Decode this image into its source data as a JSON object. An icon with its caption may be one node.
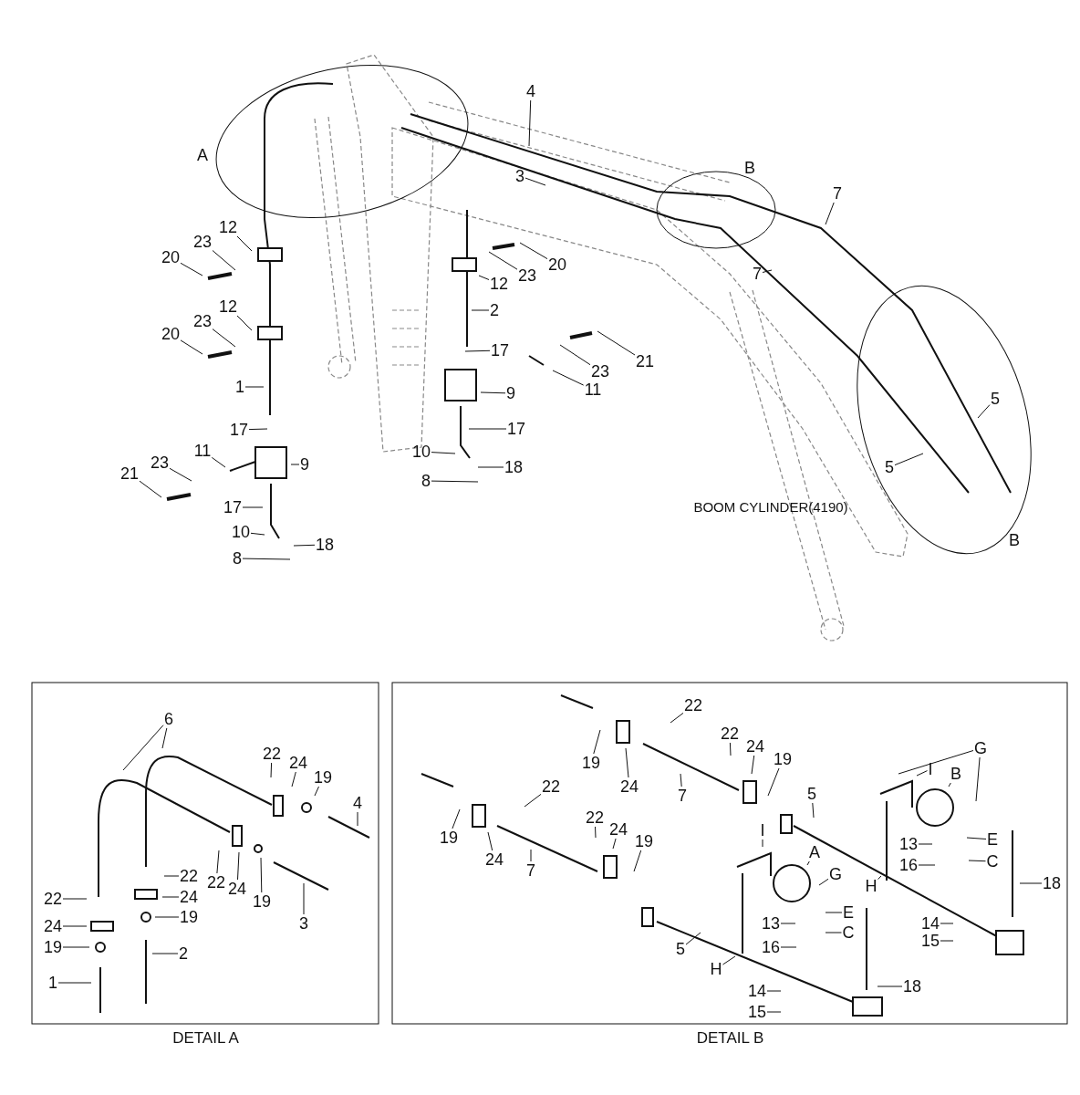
{
  "diagram": {
    "nodes": [
      {
        "text": [
          "4"
        ]
      },
      {
        "text": [
          "3"
        ]
      },
      {
        "text": [
          "7"
        ]
      },
      {
        "text": [
          "7"
        ]
      },
      {
        "text": [
          "12"
        ]
      },
      {
        "text": [
          "23"
        ]
      },
      {
        "text": [
          "20"
        ]
      },
      {
        "text": [
          "12"
        ]
      },
      {
        "text": [
          "23"
        ]
      },
      {
        "text": [
          "20"
        ]
      },
      {
        "text": [
          "1"
        ]
      },
      {
        "text": [
          "17"
        ]
      },
      {
        "text": [
          "11"
        ]
      },
      {
        "text": [
          "23"
        ]
      },
      {
        "text": [
          "21"
        ]
      },
      {
        "text": [
          "9"
        ]
      },
      {
        "text": [
          "17"
        ]
      },
      {
        "text": [
          "10"
        ]
      },
      {
        "text": [
          "18"
        ]
      },
      {
        "text": [
          "8"
        ]
      },
      {
        "text": [
          "12"
        ]
      },
      {
        "text": [
          "23"
        ]
      },
      {
        "text": [
          "20"
        ]
      },
      {
        "text": [
          "2"
        ]
      },
      {
        "text": [
          "17"
        ]
      },
      {
        "text": [
          "23"
        ]
      },
      {
        "text": [
          "21"
        ]
      },
      {
        "text": [
          "11"
        ]
      },
      {
        "text": [
          "9"
        ]
      },
      {
        "text": [
          "17"
        ]
      },
      {
        "text": [
          "10"
        ]
      },
      {
        "text": [
          "18"
        ]
      },
      {
        "text": [
          "8"
        ]
      },
      {
        "text": [
          "5"
        ]
      },
      {
        "text": [
          "5"
        ]
      },
      {
        "text": [
          "DETAIL A"
        ]
      },
      {
        "text": [
          "6"
        ],
        "in": 35
      },
      {
        "text": [
          "22"
        ],
        "in": 35
      },
      {
        "text": [
          "24"
        ],
        "in": 35
      },
      {
        "text": [
          "19"
        ],
        "in": 35
      },
      {
        "text": [
          "4"
        ],
        "in": 35
      },
      {
        "text": [
          "22"
        ],
        "in": 35
      },
      {
        "text": [
          "24"
        ],
        "in": 35
      },
      {
        "text": [
          "19"
        ],
        "in": 35
      },
      {
        "text": [
          "3"
        ],
        "in": 35
      },
      {
        "text": [
          "22"
        ],
        "in": 35
      },
      {
        "text": [
          "24"
        ],
        "in": 35
      },
      {
        "text": [
          "19"
        ],
        "in": 35
      },
      {
        "text": [
          "2"
        ],
        "in": 35
      },
      {
        "text": [
          "22"
        ],
        "in": 35
      },
      {
        "text": [
          "24"
        ],
        "in": 35
      },
      {
        "text": [
          "19"
        ],
        "in": 35
      },
      {
        "text": [
          "1"
        ],
        "in": 35
      },
      {
        "text": [
          "DETAIL B"
        ]
      },
      {
        "text": [
          "22"
        ],
        "in": 53
      },
      {
        "text": [
          "19"
        ],
        "in": 53
      },
      {
        "text": [
          "24"
        ],
        "in": 53
      },
      {
        "text": [
          "7"
        ],
        "in": 53
      },
      {
        "text": [
          "22"
        ],
        "in": 53
      },
      {
        "text": [
          "24"
        ],
        "in": 53
      },
      {
        "text": [
          "19"
        ],
        "in": 53
      },
      {
        "text": [
          "22"
        ],
        "in": 53
      },
      {
        "text": [
          "19"
        ],
        "in": 53
      },
      {
        "text": [
          "24"
        ],
        "in": 53
      },
      {
        "text": [
          "7"
        ],
        "in": 53
      },
      {
        "text": [
          "22"
        ],
        "in": 53
      },
      {
        "text": [
          "24"
        ],
        "in": 53
      },
      {
        "text": [
          "19"
        ],
        "in": 53
      },
      {
        "text": [
          "5"
        ],
        "in": 53
      },
      {
        "text": [
          "G"
        ],
        "in": 53
      },
      {
        "text": [
          "I"
        ],
        "in": 53
      },
      {
        "text": [
          "B"
        ],
        "in": 53
      },
      {
        "text": [
          "E"
        ],
        "in": 53
      },
      {
        "text": [
          "13"
        ],
        "in": 53
      },
      {
        "text": [
          "C"
        ],
        "in": 53
      },
      {
        "text": [
          "16"
        ],
        "in": 53
      },
      {
        "text": [
          "H"
        ],
        "in": 53
      },
      {
        "text": [
          "18"
        ],
        "in": 53
      },
      {
        "text": [
          "14"
        ],
        "in": 53
      },
      {
        "text": [
          "15"
        ],
        "in": 53
      },
      {
        "text": [
          "I"
        ],
        "in": 53
      },
      {
        "text": [
          "A"
        ],
        "in": 53
      },
      {
        "text": [
          "G"
        ],
        "in": 53
      },
      {
        "text": [
          "E"
        ],
        "in": 53
      },
      {
        "text": [
          "13"
        ],
        "in": 53
      },
      {
        "text": [
          "C"
        ],
        "in": 53
      },
      {
        "text": [
          "16"
        ],
        "in": 53
      },
      {
        "text": [
          "5"
        ],
        "in": 53
      },
      {
        "text": [
          "H"
        ],
        "in": 53
      },
      {
        "text": [
          "18"
        ],
        "in": 53
      },
      {
        "text": [
          "14"
        ],
        "in": 53
      },
      {
        "text": [
          "15"
        ],
        "in": 53
      }
    ],
    "edges": [
      {
        "from": 0,
        "to": null,
        "arrow": "none"
      },
      {
        "from": 1,
        "to": null,
        "arrow": "none"
      },
      {
        "from": 2,
        "to": null,
        "arrow": "none"
      },
      {
        "from": 3,
        "to": null,
        "arrow": "none"
      },
      {
        "from": 4,
        "to": null,
        "arrow": "none"
      },
      {
        "from": 5,
        "to": null,
        "arrow": "none"
      },
      {
        "from": 6,
        "to": null,
        "arrow": "none"
      },
      {
        "from": 7,
        "to": null,
        "arrow": "none"
      },
      {
        "from": 8,
        "to": null,
        "arrow": "none"
      },
      {
        "from": 9,
        "to": null,
        "arrow": "none"
      },
      {
        "from": 10,
        "to": null,
        "arrow": "none"
      },
      {
        "from": 11,
        "to": null,
        "arrow": "none"
      },
      {
        "from": 12,
        "to": null,
        "arrow": "none"
      },
      {
        "from": 13,
        "to": null,
        "arrow": "none"
      },
      {
        "from": 14,
        "to": null,
        "arrow": "none"
      },
      {
        "from": 15,
        "to": null,
        "arrow": "none"
      },
      {
        "from": 16,
        "to": null,
        "arrow": "none"
      },
      {
        "from": 17,
        "to": null,
        "arrow": "none"
      },
      {
        "from": 18,
        "to": null,
        "arrow": "none"
      },
      {
        "from": 19,
        "to": null,
        "arrow": "none"
      },
      {
        "from": 20,
        "to": null,
        "arrow": "none"
      },
      {
        "from": 21,
        "to": null,
        "arrow": "none"
      },
      {
        "from": 22,
        "to": null,
        "arrow": "none"
      },
      {
        "from": 23,
        "to": null,
        "arrow": "none"
      },
      {
        "from": 24,
        "to": null,
        "arrow": "none"
      },
      {
        "from": 25,
        "to": null,
        "arrow": "none"
      },
      {
        "from": 26,
        "to": null,
        "arrow": "none"
      },
      {
        "from": 27,
        "to": null,
        "arrow": "none"
      },
      {
        "from": 28,
        "to": null,
        "arrow": "none"
      },
      {
        "from": 29,
        "to": null,
        "arrow": "none"
      },
      {
        "from": 30,
        "to": null,
        "arrow": "none"
      },
      {
        "from": 31,
        "to": null,
        "arrow": "none"
      },
      {
        "from": 32,
        "to": null,
        "arrow": "none"
      },
      {
        "from": 33,
        "to": null,
        "arrow": "none"
      },
      {
        "from": 34,
        "to": null,
        "arrow": "none"
      },
      {
        "from": 36,
        "to": null,
        "arrow": "none"
      },
      {
        "from": 36,
        "to": null,
        "arrow": "none"
      },
      {
        "from": 37,
        "to": null,
        "arrow": "none"
      },
      {
        "from": 38,
        "to": null,
        "arrow": "none"
      },
      {
        "from": 39,
        "to": null,
        "arrow": "none"
      },
      {
        "from": 40,
        "to": null,
        "arrow": "none"
      },
      {
        "from": 41,
        "to": null,
        "arrow": "none"
      },
      {
        "from": 42,
        "to": null,
        "arrow": "none"
      },
      {
        "from": 43,
        "to": null,
        "arrow": "none"
      },
      {
        "from": 44,
        "to": null,
        "arrow": "none"
      },
      {
        "from": 45,
        "to": null,
        "arrow": "none"
      },
      {
        "from": 46,
        "to": null,
        "arrow": "none"
      },
      {
        "from": 47,
        "to": null,
        "arrow": "none"
      },
      {
        "from": 48,
        "to": null,
        "arrow": "none"
      },
      {
        "from": 49,
        "to": null,
        "arrow": "none"
      },
      {
        "from": 50,
        "to": null,
        "arrow": "none"
      },
      {
        "from": 51,
        "to": null,
        "arrow": "none"
      },
      {
        "from": 52,
        "to": null,
        "arrow": "none"
      },
      {
        "from": 54,
        "to": null,
        "arrow": "none"
      },
      {
        "from": 55,
        "to": null,
        "arrow": "none"
      },
      {
        "from": 56,
        "to": null,
        "arrow": "none"
      },
      {
        "from": 57,
        "to": null,
        "arrow": "none"
      },
      {
        "from": 58,
        "to": null,
        "arrow": "none"
      },
      {
        "from": 59,
        "to": null,
        "arrow": "none"
      },
      {
        "from": 60,
        "to": null,
        "arrow": "none"
      },
      {
        "from": 61,
        "to": null,
        "arrow": "none"
      },
      {
        "from": 62,
        "to": null,
        "arrow": "none"
      },
      {
        "from": 63,
        "to": null,
        "arrow": "none"
      },
      {
        "from": 64,
        "to": null,
        "arrow": "none"
      },
      {
        "from": 65,
        "to": null,
        "arrow": "none"
      },
      {
        "from": 66,
        "to": null,
        "arrow": "none"
      },
      {
        "from": 67,
        "to": null,
        "arrow": "none"
      },
      {
        "from": 68,
        "to": null,
        "arrow": "none"
      },
      {
        "from": 69,
        "to": null,
        "arrow": "none"
      },
      {
        "from": 69,
        "to": null,
        "arrow": "none"
      },
      {
        "from": 70,
        "to": null,
        "arrow": "none"
      },
      {
        "from": 71,
        "to": null,
        "arrow": "none"
      },
      {
        "from": 72,
        "to": null,
        "arrow": "none"
      },
      {
        "from": 73,
        "to": null,
        "arrow": "none"
      },
      {
        "from": 74,
        "to": null,
        "arrow": "none"
      },
      {
        "from": 75,
        "to": null,
        "arrow": "none"
      },
      {
        "from": 76,
        "to": null,
        "arrow": "none"
      },
      {
        "from": 77,
        "to": null,
        "arrow": "none"
      },
      {
        "from": 78,
        "to": null,
        "arrow": "none"
      },
      {
        "from": 79,
        "to": null,
        "arrow": "none"
      },
      {
        "from": 80,
        "to": null,
        "arrow": "none"
      },
      {
        "from": 81,
        "to": null,
        "arrow": "none"
      },
      {
        "from": 82,
        "to": null,
        "arrow": "none"
      },
      {
        "from": 83,
        "to": null,
        "arrow": "none"
      },
      {
        "from": 84,
        "to": null,
        "arrow": "none"
      },
      {
        "from": 85,
        "to": null,
        "arrow": "none"
      },
      {
        "from": 86,
        "to": null,
        "arrow": "none"
      },
      {
        "from": 87,
        "to": null,
        "arrow": "none"
      },
      {
        "from": 88,
        "to": null,
        "arrow": "none"
      },
      {
        "from": 89,
        "to": null,
        "arrow": "none"
      },
      {
        "from": 90,
        "to": null,
        "arrow": "none"
      },
      {
        "from": 91,
        "to": null,
        "arrow": "none"
      }
    ],
    "labels": [
      "A",
      "B",
      "B",
      "BOOM CYLINDER(4190)"
    ]
  }
}
